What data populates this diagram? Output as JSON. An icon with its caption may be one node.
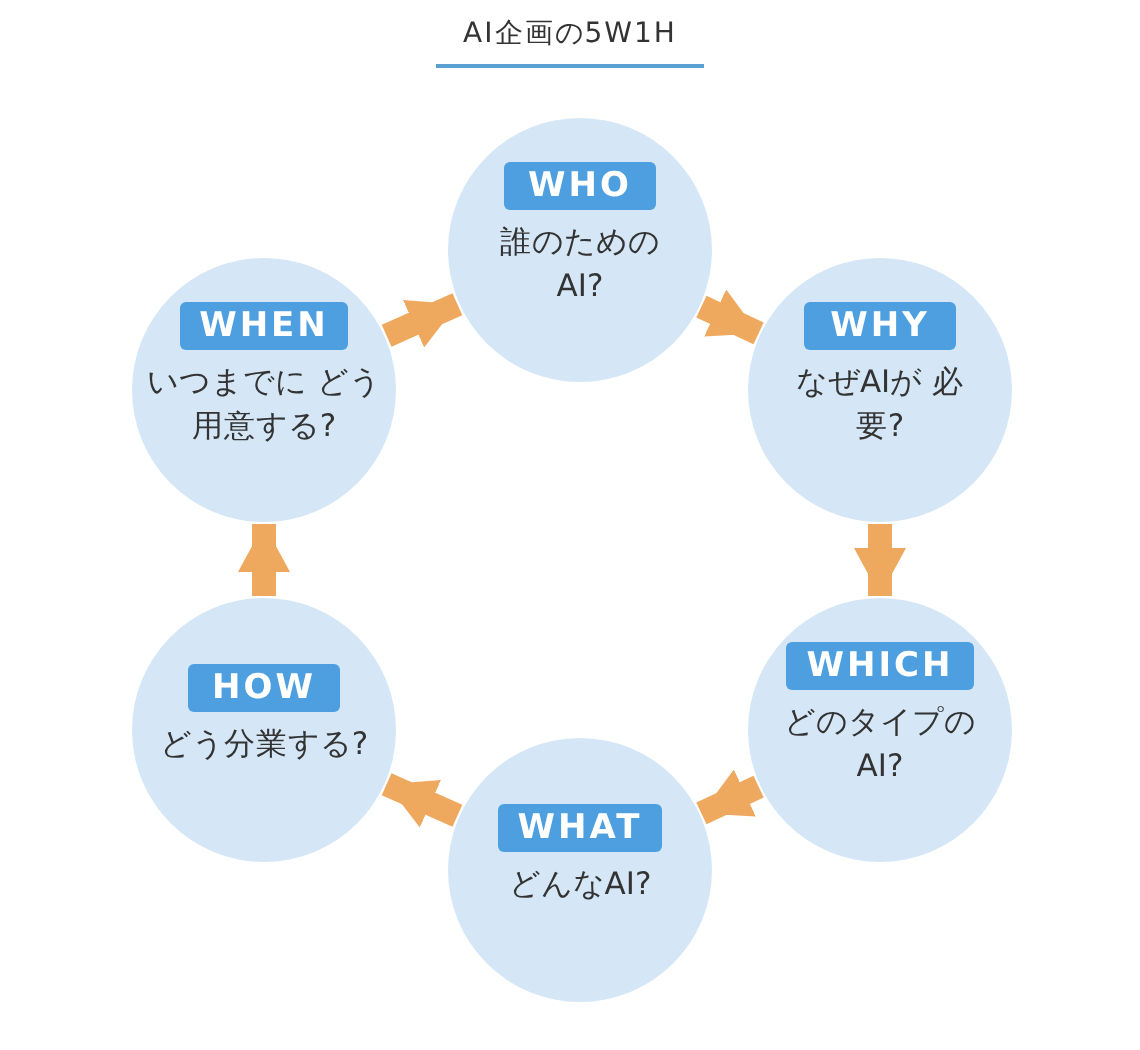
{
  "diagram": {
    "title": "AI企画の5W1H",
    "nodes": [
      {
        "text": [
          "WHO",
          "誰のための AI?"
        ]
      },
      {
        "text": [
          "WHY",
          "なぜAIが 必要?"
        ]
      },
      {
        "text": [
          "WHICH",
          "どのタイプの AI?"
        ]
      },
      {
        "text": [
          "WHAT",
          "どんなAI?"
        ]
      },
      {
        "text": [
          "HOW",
          "どう分業する?"
        ]
      },
      {
        "text": [
          "WHEN",
          "いつまでに どう用意する?"
        ]
      }
    ],
    "edges": [
      {
        "from": 0,
        "to": 1,
        "arrow": "to"
      },
      {
        "from": 1,
        "to": 2,
        "arrow": "to"
      },
      {
        "from": 2,
        "to": 3,
        "arrow": "to"
      },
      {
        "from": 3,
        "to": 4,
        "arrow": "to"
      },
      {
        "from": 4,
        "to": 5,
        "arrow": "to"
      },
      {
        "from": 5,
        "to": 0,
        "arrow": "to"
      }
    ]
  }
}
